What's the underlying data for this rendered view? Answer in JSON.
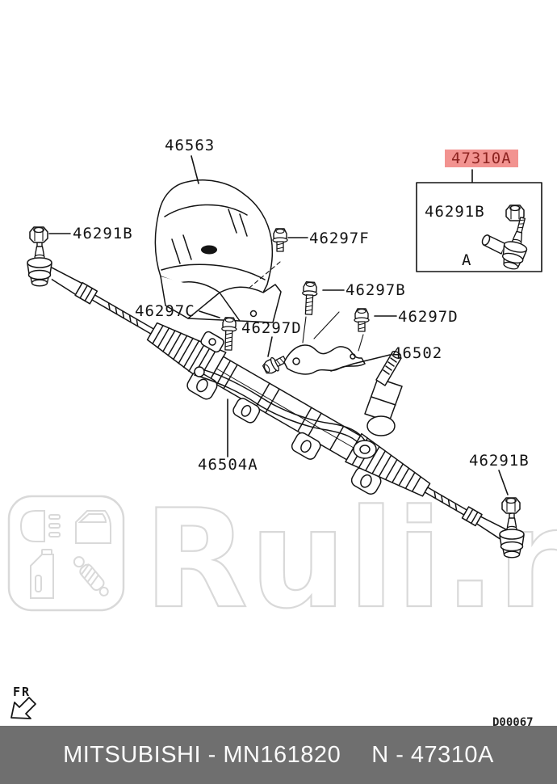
{
  "diagram": {
    "watermark": {
      "brand": "Ruli.ru"
    },
    "labels": {
      "cover": "46563",
      "highlight": "47310A",
      "inset_nut": "46291B",
      "inset_ref": "A",
      "nut_left": "46291B",
      "bolt_f": "46297F",
      "bolt_b": "46297B",
      "bolt_d_right": "46297D",
      "bolt_c": "46297C",
      "bolt_d_left": "46297D",
      "bracket": "46502",
      "rack": "46504A",
      "nut_right": "46291B",
      "fr": "FR",
      "drawing_code": "D00067"
    },
    "colors": {
      "highlight_bg": "#f29390",
      "highlight_text": "#8c2320",
      "footer_bg": "#6f6f6f",
      "watermark_gray": "#d9d9d9",
      "line": "#141414"
    }
  },
  "footer": {
    "left": "MITSUBISHI - MN161820",
    "right": "N - 47310A"
  }
}
